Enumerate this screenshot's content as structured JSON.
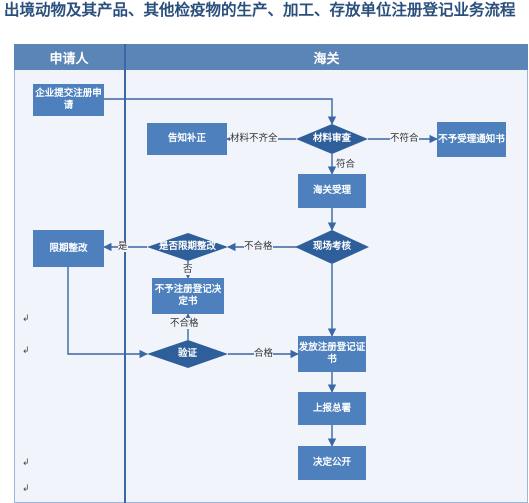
{
  "title": "出境动物及其产品、其他检疫物的生产、加工、存放单位注册登记业务流程",
  "lanes": {
    "applicant": "申请人",
    "customs": "海关"
  },
  "nodes": {
    "submit": "企业提交注册申请",
    "notify_fix": "告知补正",
    "review": "材料审查",
    "reject_notice": "不予受理通知书",
    "accept": "海关受理",
    "inspect": "现场考核",
    "deadline_q": "是否限期整改",
    "rectify": "限期整改",
    "no_register": "不予注册登记决定书",
    "verify": "验证",
    "issue_cert": "发放注册登记证书",
    "report": "上报总署",
    "publish": "决定公开"
  },
  "edge_labels": {
    "incomplete": "材料不齐全",
    "noncompliant": "不符合",
    "compliant": "符合",
    "fail": "不合格",
    "yes": "是",
    "no": "否",
    "verify_fail": "不合格",
    "verify_pass": "合格"
  },
  "marks": [
    "↲",
    "↲",
    "↲",
    "↲"
  ],
  "colors": {
    "box": "#4d80bd",
    "lane_header": "#5b84b7",
    "line": "#3b67a4",
    "diamond": "#2f5f9a"
  }
}
